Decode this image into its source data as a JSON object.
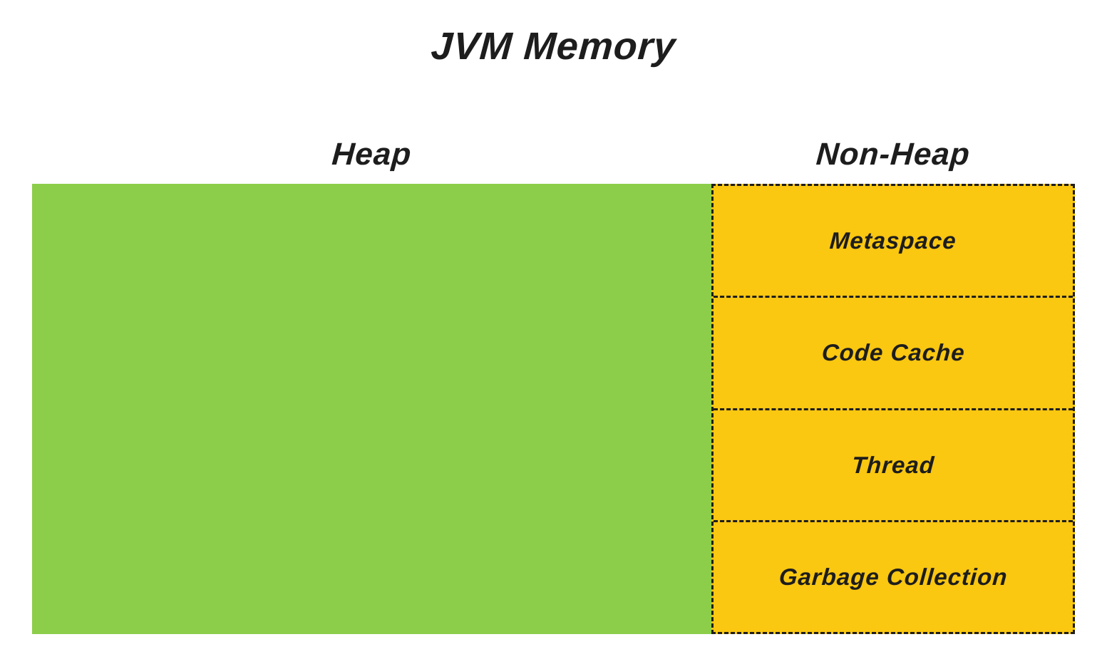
{
  "title": "JVM Memory",
  "heap": {
    "label": "Heap",
    "fill_color": "#8cce4a"
  },
  "non_heap": {
    "label": "Non-Heap",
    "fill_color": "#fac711",
    "border_color": "#1e1e1e",
    "border_style": "dashed",
    "sections": [
      {
        "label": "Metaspace"
      },
      {
        "label": "Code Cache"
      },
      {
        "label": "Thread"
      },
      {
        "label": "Garbage Collection"
      }
    ]
  },
  "text_color": "#1d1d1d"
}
